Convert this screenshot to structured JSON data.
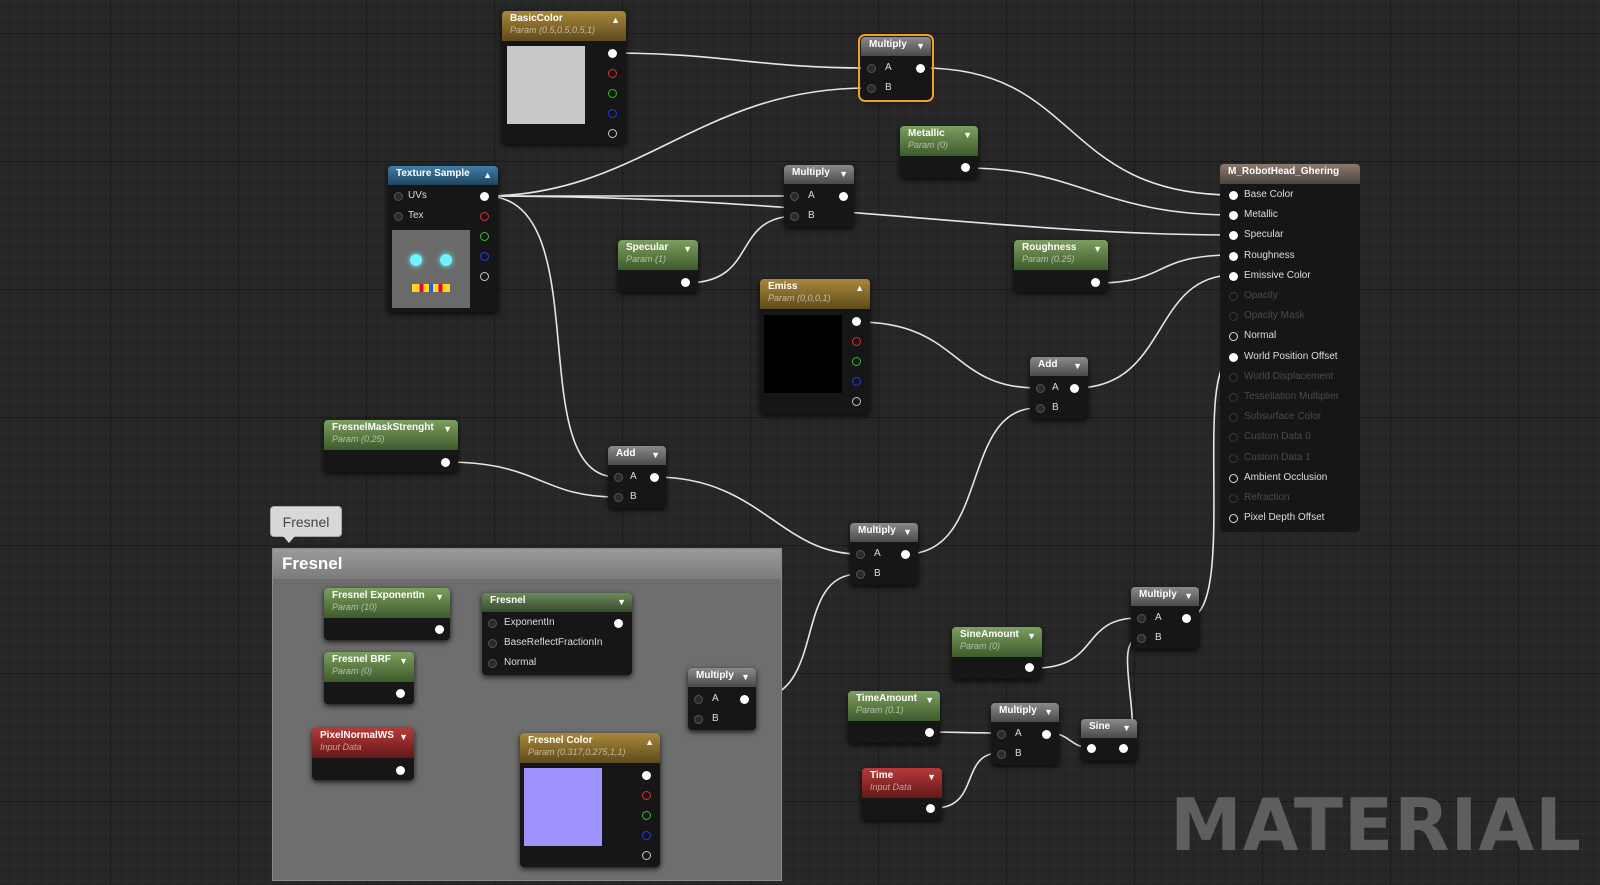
{
  "graph_label": "MATERIAL",
  "comment": {
    "title": "Fresnel",
    "bubble": "Fresnel"
  },
  "result_node": {
    "title": "M_RobotHead_Ghering",
    "pins": [
      {
        "label": "Base Color",
        "state": "on"
      },
      {
        "label": "Metallic",
        "state": "on"
      },
      {
        "label": "Specular",
        "state": "on"
      },
      {
        "label": "Roughness",
        "state": "on"
      },
      {
        "label": "Emissive Color",
        "state": "on"
      },
      {
        "label": "Opacity",
        "state": "off"
      },
      {
        "label": "Opacity Mask",
        "state": "off"
      },
      {
        "label": "Normal",
        "state": "ring"
      },
      {
        "label": "World Position Offset",
        "state": "on"
      },
      {
        "label": "World Displacement",
        "state": "off"
      },
      {
        "label": "Tessellation Multiplier",
        "state": "off"
      },
      {
        "label": "Subsurface Color",
        "state": "off"
      },
      {
        "label": "Custom Data 0",
        "state": "off"
      },
      {
        "label": "Custom Data 1",
        "state": "off"
      },
      {
        "label": "Ambient Occlusion",
        "state": "ring"
      },
      {
        "label": "Refraction",
        "state": "off"
      },
      {
        "label": "Pixel Depth Offset",
        "state": "ring"
      }
    ]
  },
  "nodes": {
    "basic_color": {
      "title": "BasicColor",
      "subtitle": "Param (0.5,0.5,0.5,1)",
      "swatch": "#c8c8c8"
    },
    "texture_sample": {
      "title": "Texture Sample",
      "inputs": [
        "UVs",
        "Tex"
      ]
    },
    "multiply_top": {
      "title": "Multiply",
      "inputs": [
        "A",
        "B"
      ]
    },
    "multiply_mid": {
      "title": "Multiply",
      "inputs": [
        "A",
        "B"
      ]
    },
    "metallic": {
      "title": "Metallic",
      "subtitle": "Param (0)"
    },
    "specular": {
      "title": "Specular",
      "subtitle": "Param (1)"
    },
    "roughness": {
      "title": "Roughness",
      "subtitle": "Param (0.25)"
    },
    "emiss": {
      "title": "Emiss",
      "subtitle": "Param (0,0,0,1)",
      "swatch": "#000000"
    },
    "add_emiss": {
      "title": "Add",
      "inputs": [
        "A",
        "B"
      ]
    },
    "fresnel_mask": {
      "title": "FresnelMaskStrenght",
      "subtitle": "Param (0.25)"
    },
    "add_mid": {
      "title": "Add",
      "inputs": [
        "A",
        "B"
      ]
    },
    "multiply_fresnel": {
      "title": "Multiply",
      "inputs": [
        "A",
        "B"
      ]
    },
    "fresnel_exponent": {
      "title": "Fresnel ExponentIn",
      "subtitle": "Param (10)"
    },
    "fresnel_brf": {
      "title": "Fresnel BRF",
      "subtitle": "Param (0)"
    },
    "pixel_normal": {
      "title": "PixelNormalWS",
      "subtitle": "Input Data"
    },
    "fresnel_fn": {
      "title": "Fresnel",
      "inputs": [
        "ExponentIn",
        "BaseReflectFractionIn",
        "Normal"
      ]
    },
    "multiply_color": {
      "title": "Multiply",
      "inputs": [
        "A",
        "B"
      ]
    },
    "fresnel_color": {
      "title": "Fresnel Color",
      "subtitle": "Param (0.317,0.275,1,1)",
      "swatch": "#9e92fe"
    },
    "sine_amount": {
      "title": "SineAmount",
      "subtitle": "Param (0)"
    },
    "multiply_sine": {
      "title": "Multiply",
      "inputs": [
        "A",
        "B"
      ]
    },
    "time_amount": {
      "title": "TimeAmount",
      "subtitle": "Param (0.1)"
    },
    "multiply_time": {
      "title": "Multiply",
      "inputs": [
        "A",
        "B"
      ]
    },
    "sine": {
      "title": "Sine"
    },
    "time": {
      "title": "Time",
      "subtitle": "Input Data"
    }
  }
}
